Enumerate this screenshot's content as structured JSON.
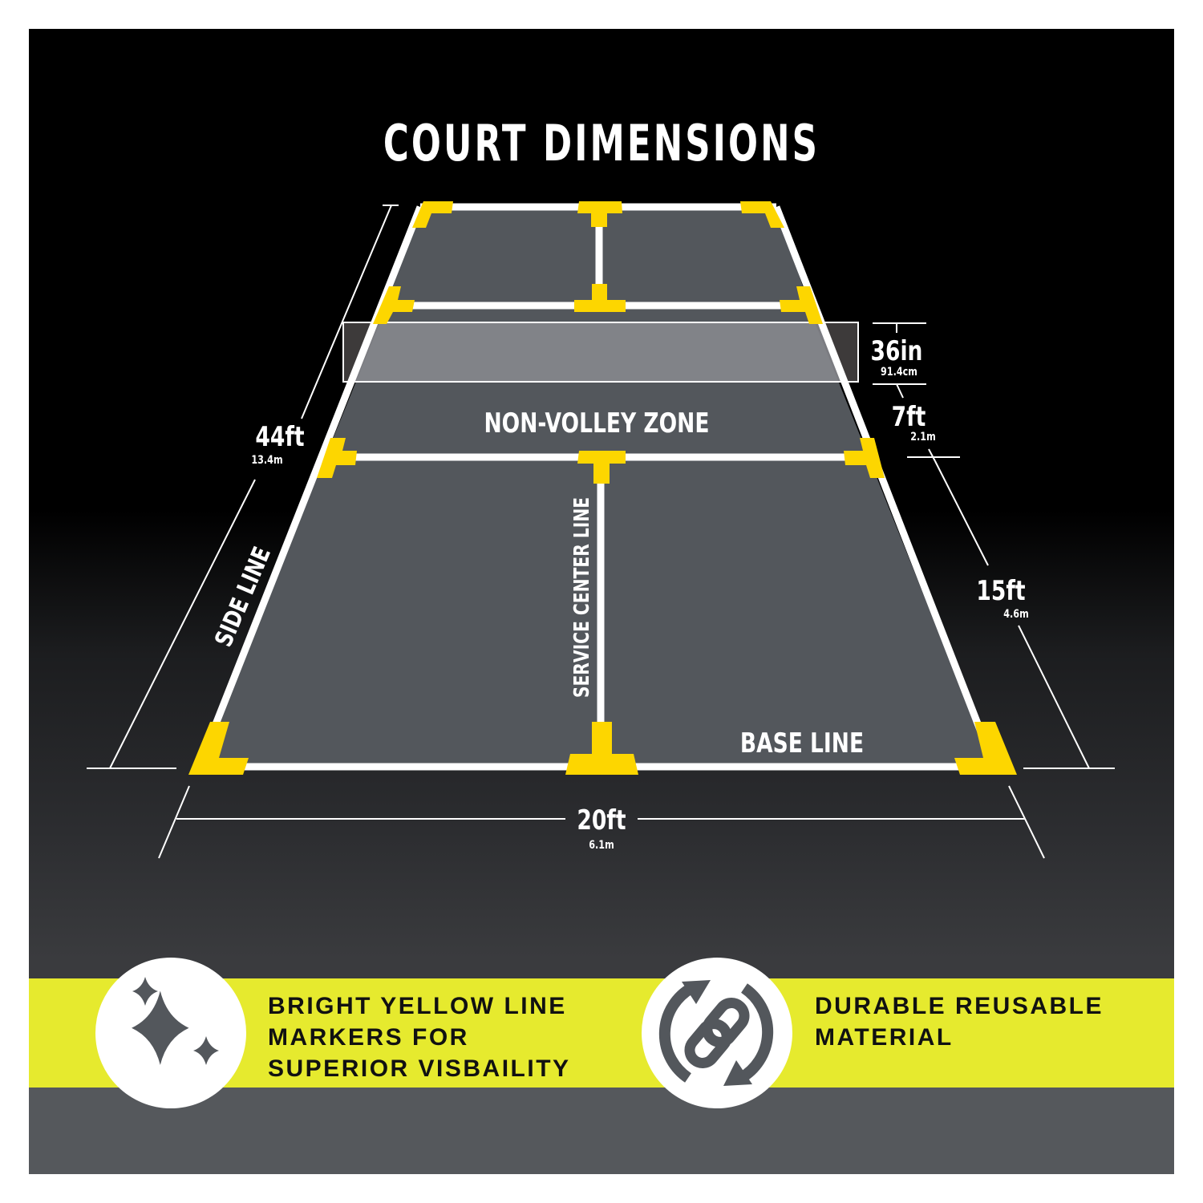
{
  "title": "COURT DIMENSIONS",
  "court_labels": {
    "non_volley_zone": "NON-VOLLEY ZONE",
    "service_center_line": "SERVICE CENTER LINE",
    "side_line": "SIDE LINE",
    "base_line": "BASE LINE"
  },
  "dimensions": {
    "length": {
      "imperial": "44ft",
      "metric": "13.4m"
    },
    "net_height": {
      "imperial": "36in",
      "metric": "91.4cm"
    },
    "non_volley_depth": {
      "imperial": "7ft",
      "metric": "2.1m"
    },
    "service_depth": {
      "imperial": "15ft",
      "metric": "4.6m"
    },
    "width": {
      "imperial": "20ft",
      "metric": "6.1m"
    }
  },
  "features": [
    {
      "icon": "sparkle-icon",
      "lines": [
        "BRIGHT YELLOW LINE",
        "MARKERS FOR",
        "SUPERIOR VISBAILITY"
      ]
    },
    {
      "icon": "reusable-link-icon",
      "lines": [
        "DURABLE REUSABLE",
        "MATERIAL"
      ]
    }
  ],
  "colors": {
    "marker_yellow": "#fdd600",
    "court_gray": "#53575c",
    "net_gray": "#86878c",
    "band_yellow": "#e6ea2e",
    "line_white": "#ffffff"
  }
}
